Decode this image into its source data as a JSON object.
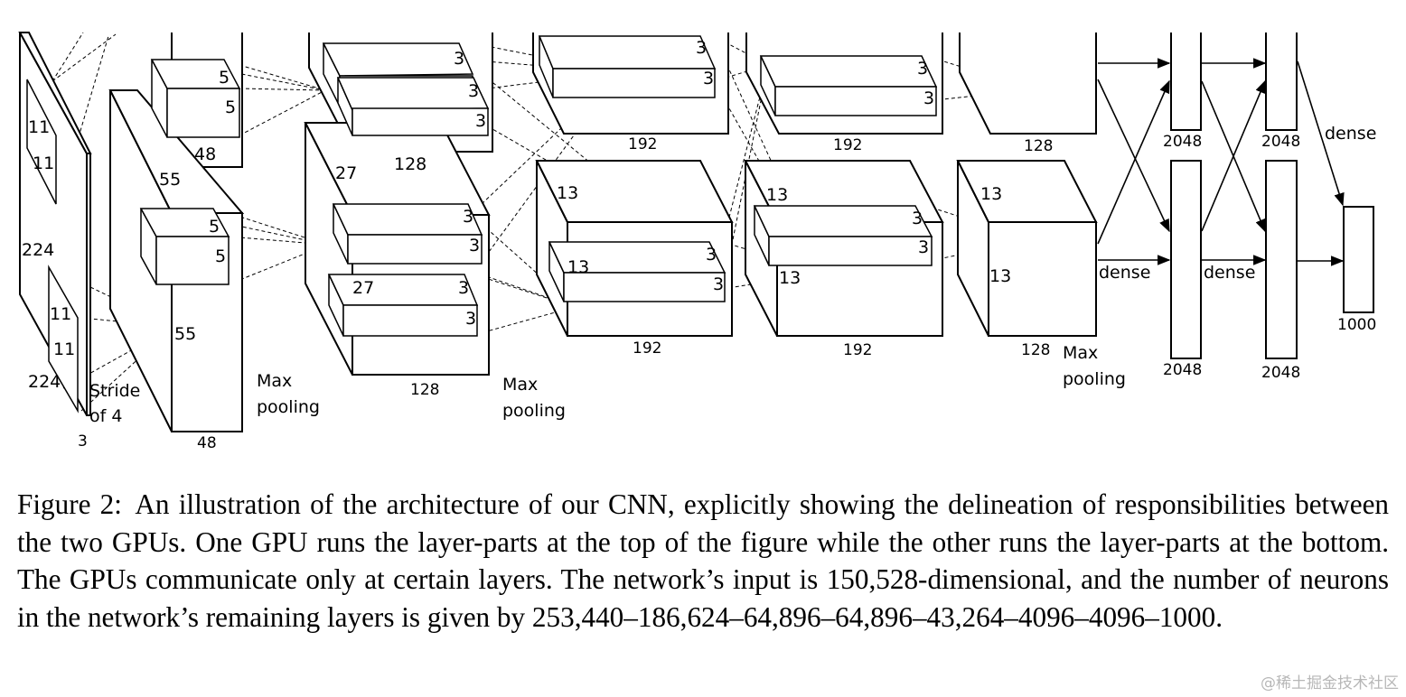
{
  "diagram": {
    "labels": {
      "input_h": "224",
      "input_w": "224",
      "input_d": "3",
      "k1a": "11",
      "k1b": "11",
      "k1c": "11",
      "k1d": "11",
      "stride": "Stride",
      "stride2": "of 4",
      "c1_top_k1": "5",
      "c1_top_k2": "5",
      "c1_top_d": "48",
      "c1_bot_k1": "5",
      "c1_bot_k2": "5",
      "c1_bot_d": "48",
      "c1_size_a": "55",
      "c1_size_b": "55",
      "pool1a": "Max",
      "pool1b": "pooling",
      "c2_top_k1": "3",
      "c2_top_k2": "3",
      "c2_top_k3": "3",
      "c2_top_d": "128",
      "c2_bot_k1": "3",
      "c2_bot_k2": "3",
      "c2_bot_k3": "3",
      "c2_bot_d": "128",
      "c2_size_a": "27",
      "c2_size_b": "27",
      "pool2a": "Max",
      "pool2b": "pooling",
      "c3_top_k1": "3",
      "c3_top_k2": "3",
      "c3_top_d": "192",
      "c3_bot_k1": "3",
      "c3_bot_k2": "3",
      "c3_bot_d": "192",
      "c3_size_a": "13",
      "c3_size_b": "13",
      "c4_top_k1": "3",
      "c4_top_k2": "3",
      "c4_top_d": "192",
      "c4_bot_k1": "3",
      "c4_bot_k2": "3",
      "c4_bot_d": "192",
      "c4_size_a": "13",
      "c4_size_b": "13",
      "c5_top_d": "128",
      "c5_bot_d": "128",
      "c5_size_a": "13",
      "c5_size_b": "13",
      "pool3a": "Max",
      "pool3b": "pooling",
      "fc6_top": "2048",
      "fc6_bot": "2048",
      "fc7_top": "2048",
      "fc7_bot": "2048",
      "dense1": "dense",
      "dense2": "dense",
      "dense3": "dense",
      "out": "1000"
    }
  },
  "caption": {
    "label": "Figure 2:",
    "text": "An illustration of the architecture of our CNN, explicitly showing the delineation of responsibilities between the two GPUs. One GPU runs the layer-parts at the top of the figure while the other runs the layer-parts at the bottom. The GPUs communicate only at certain layers. The network’s input is 150,528-dimensional, and the number of neurons in the network’s remaining layers is given by 253,440–186,624–64,896–64,896–43,264–4096–4096–1000."
  },
  "watermark": "@稀土掘金技术社区"
}
